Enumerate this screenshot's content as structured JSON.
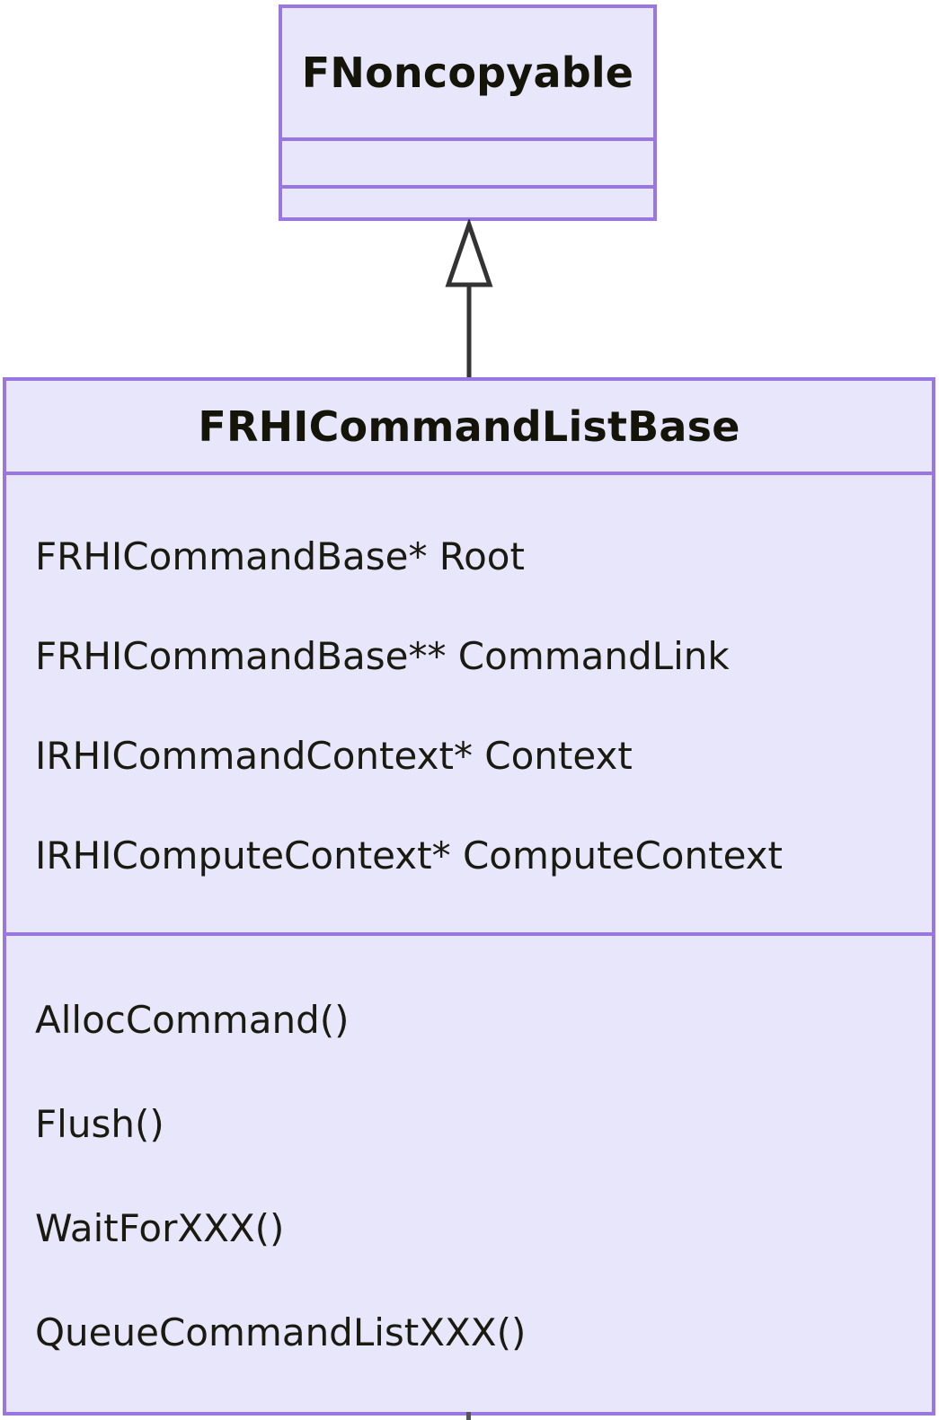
{
  "diagram": {
    "type": "uml-class-diagram",
    "background_color": "#ffffff",
    "class_fill_color": "#e8e6fb",
    "class_border_color": "#9a76e0",
    "text_color": "#1a1a10",
    "connector_color": "#333333",
    "classes": [
      {
        "id": "fnoncopyable",
        "name": "FNoncopyable",
        "attributes": [],
        "operations": []
      },
      {
        "id": "frhicommandlistbase",
        "name": "FRHICommandListBase",
        "attributes": [
          "FRHICommandBase* Root",
          "FRHICommandBase** CommandLink",
          "IRHICommandContext* Context",
          "IRHIComputeContext* ComputeContext"
        ],
        "operations": [
          "AllocCommand()",
          "Flush()",
          "WaitForXXX()",
          "QueueCommandListXXX()"
        ]
      }
    ],
    "relationships": [
      {
        "kind": "generalization",
        "source": "FRHICommandListBase",
        "target": "FNoncopyable",
        "arrow": "hollow-triangle"
      }
    ]
  }
}
